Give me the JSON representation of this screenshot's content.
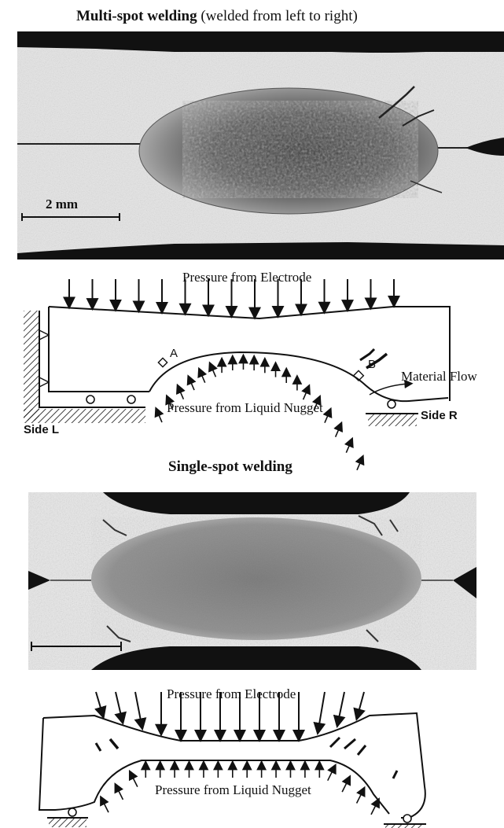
{
  "multi": {
    "title_bold": "Multi-spot welding",
    "title_rest": "(welded from left to right)",
    "scale_label": "2 mm",
    "diagram": {
      "electrode_label": "Pressure from Electrode",
      "nugget_label": "Pressure from Liquid Nugget",
      "flow_label": "Material Flow",
      "point_a": "A",
      "point_b": "B",
      "side_l": "Side L",
      "side_r": "Side R"
    }
  },
  "single": {
    "title": "Single-spot welding",
    "diagram": {
      "electrode_label": "Pressure from Electrode",
      "nugget_label": "Pressure from Liquid Nugget"
    }
  }
}
